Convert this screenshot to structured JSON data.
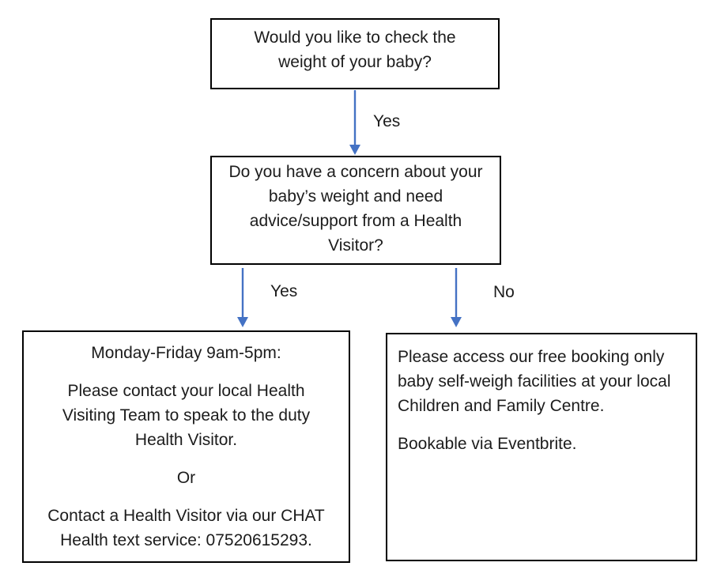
{
  "diagram": {
    "colors": {
      "arrow_blue": "#4472C4",
      "box_border": "#000000",
      "text": "#1c1c1c",
      "background": "#ffffff"
    },
    "nodes": {
      "q_weight_check": {
        "lines": [
          "Would you like to check the",
          "weight of your baby?"
        ]
      },
      "q_concern": {
        "lines": [
          "Do you have a concern about your",
          "baby’s weight and need",
          "advice/support from a Health",
          "Visitor?"
        ]
      },
      "contact_health_visitor": {
        "paragraphs": [
          {
            "lines": [
              "Monday-Friday 9am-5pm:"
            ]
          },
          {
            "lines": [
              "Please contact your local Health",
              "Visiting Team to speak to the duty",
              "Health Visitor."
            ]
          },
          {
            "lines": [
              "Or"
            ]
          },
          {
            "lines": [
              "Contact a Health Visitor via our CHAT",
              "Health text service: 07520615293."
            ]
          }
        ]
      },
      "self_weigh": {
        "paragraphs": [
          {
            "lines": [
              "Please access our free booking only",
              "baby self-weigh facilities at your local",
              "Children and Family Centre."
            ]
          },
          {
            "lines": [
              "Bookable via Eventbrite."
            ]
          }
        ]
      }
    },
    "edges": {
      "check_yes": "Yes",
      "concern_yes": "Yes",
      "concern_no": "No"
    }
  }
}
